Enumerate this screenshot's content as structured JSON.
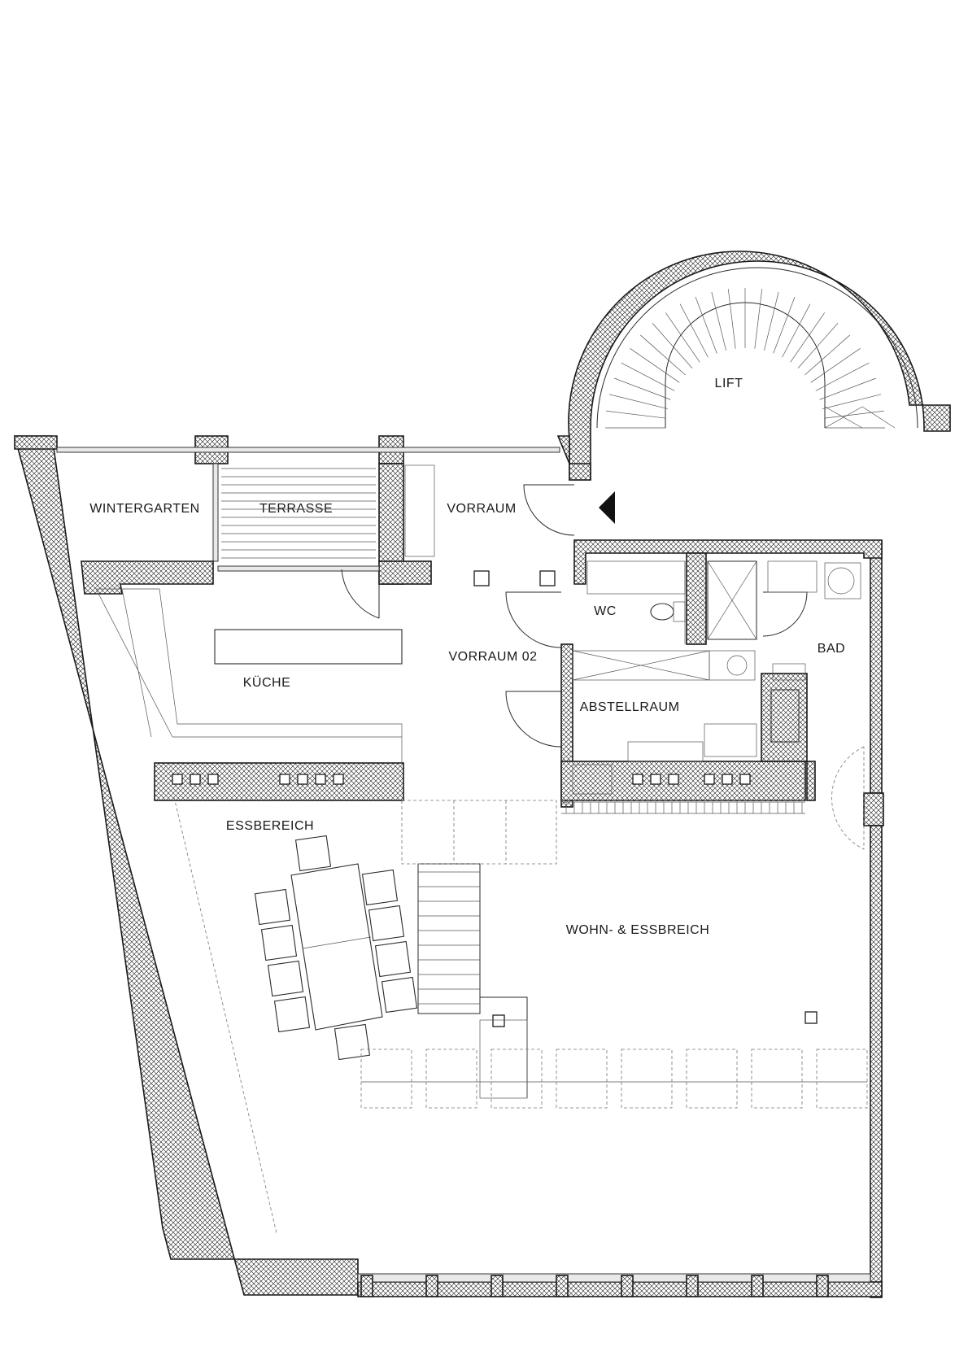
{
  "rooms": {
    "lift": "LIFT",
    "wintergarten": "WINTERGARTEN",
    "terrasse": "TERRASSE",
    "vorraum": "VORRAUM",
    "wc": "WC",
    "bad": "BAD",
    "vorraum_02": "VORRAUM 02",
    "kueche": "KÜCHE",
    "abstellraum": "ABSTELLRAUM",
    "essbereich": "ESSBEREICH",
    "wohn_essbereich": "WOHN- & ESSBREICH"
  },
  "icons": {
    "entrance": "entrance-arrow-icon",
    "dining_table": "dining-table-icon",
    "stair": "stair-icon",
    "toilet": "toilet-icon",
    "shower": "shower-icon",
    "door": "door-swing-icon"
  },
  "colors": {
    "line": "#1a1a1a",
    "hatch": "#1a1a1a",
    "background": "#ffffff"
  }
}
